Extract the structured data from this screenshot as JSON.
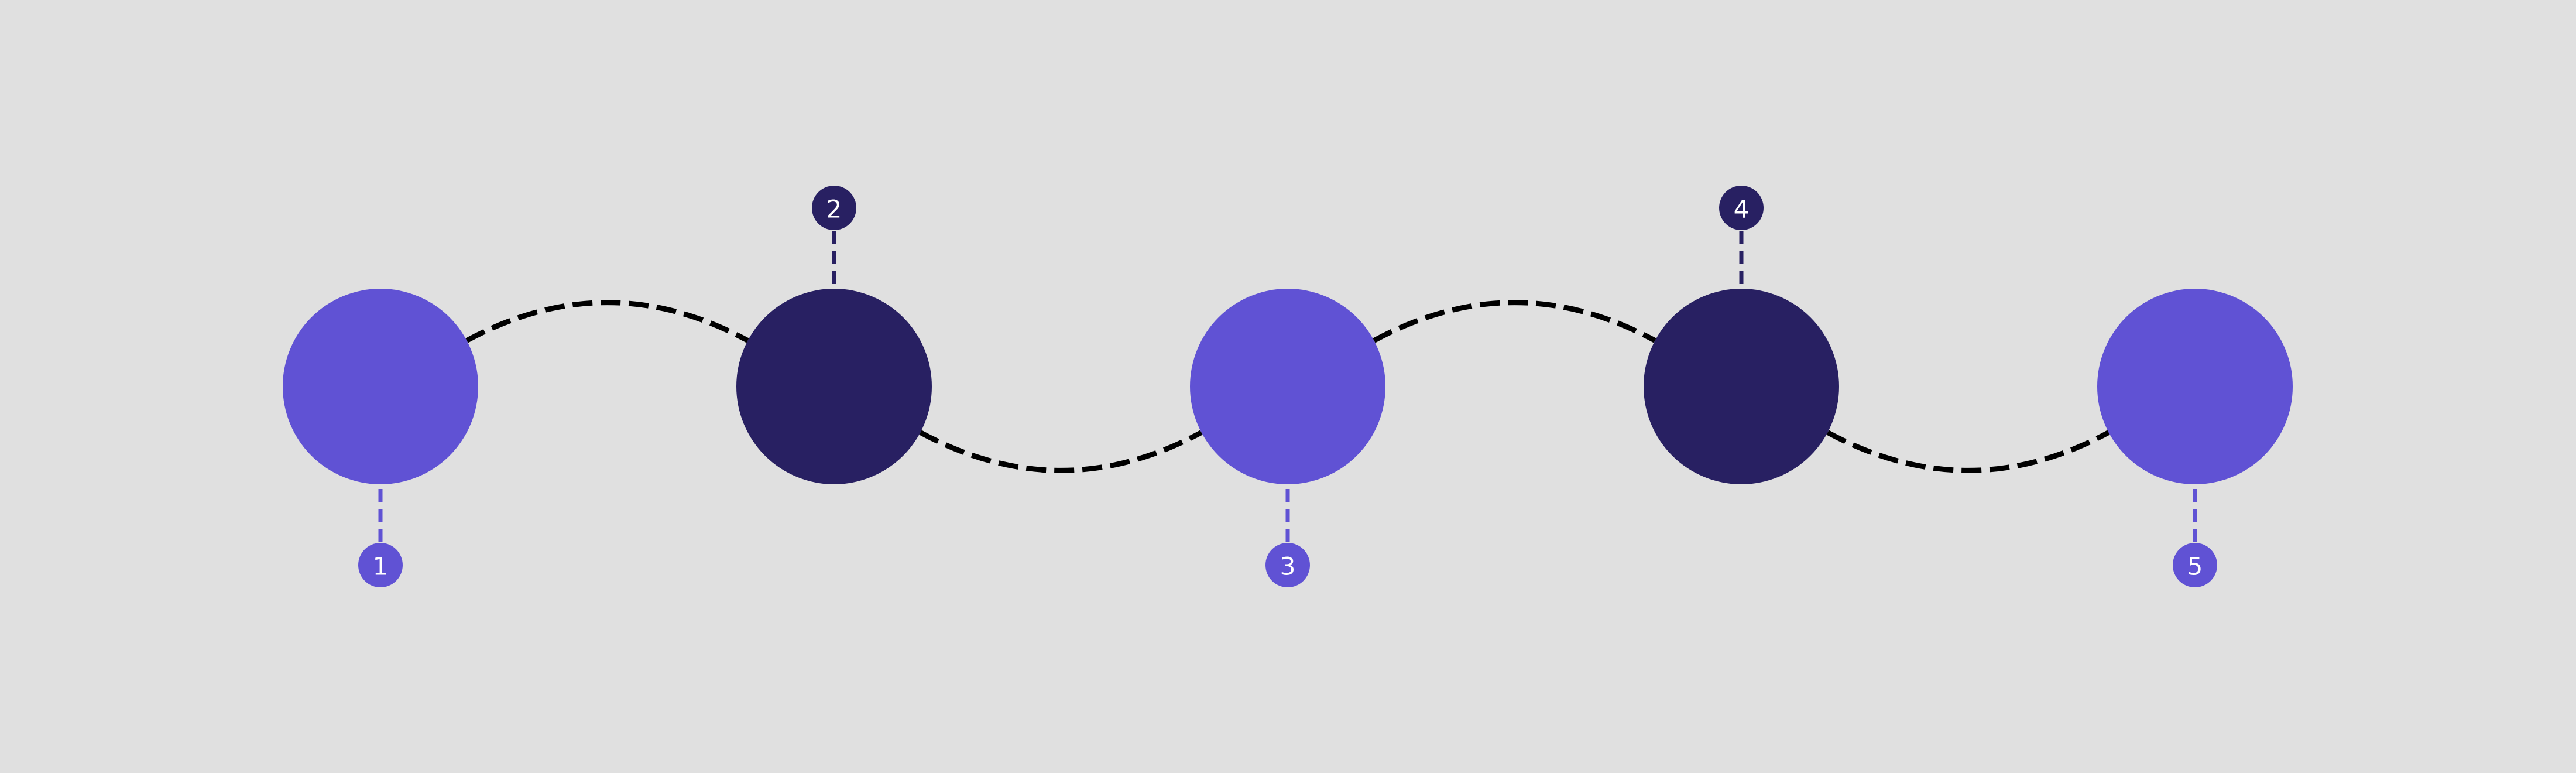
{
  "diagram": {
    "colors": {
      "background": "#e0e0e0",
      "light_node": "#6052d4",
      "dark_node": "#282062",
      "connector": "#000000"
    },
    "nodes": [
      {
        "label": "1",
        "tone": "light",
        "badge_side": "below"
      },
      {
        "label": "2",
        "tone": "dark",
        "badge_side": "above"
      },
      {
        "label": "3",
        "tone": "light",
        "badge_side": "below"
      },
      {
        "label": "4",
        "tone": "dark",
        "badge_side": "above"
      },
      {
        "label": "5",
        "tone": "light",
        "badge_side": "below"
      }
    ],
    "connectors": [
      {
        "from": "1",
        "to": "2",
        "arc": "above"
      },
      {
        "from": "2",
        "to": "3",
        "arc": "below"
      },
      {
        "from": "3",
        "to": "4",
        "arc": "above"
      },
      {
        "from": "4",
        "to": "5",
        "arc": "below"
      }
    ]
  }
}
